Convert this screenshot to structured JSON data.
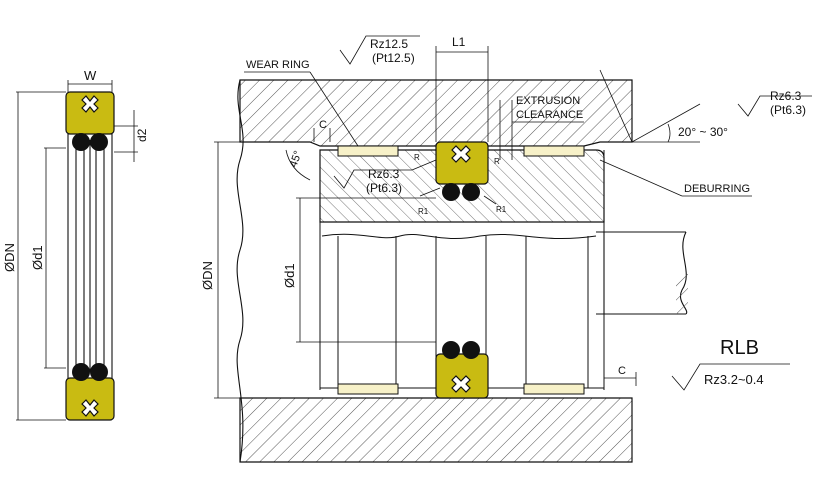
{
  "colors": {
    "seal": "#c9bb12",
    "wear_ring": "#f7f1c8",
    "line": "#111111",
    "hatch": "#555555"
  },
  "left_view": {
    "width_label": "W",
    "d2_label": "d2",
    "dn_label": "ØDN",
    "d1_label": "Ød1"
  },
  "right_view": {
    "wear_ring": "WEAR RING",
    "l1": "L1",
    "rz125": "Rz12.5",
    "pt125": "(Pt12.5)",
    "extrusion": "EXTRUSION",
    "clearance": "CLEARANCE",
    "rz63_top": "Rz6.3",
    "pt63_top": "(Pt6.3)",
    "angle_range": "20° ~ 30°",
    "deburring": "DEBURRING",
    "c_top": "C",
    "deg45": "45°",
    "rz63_mid": "Rz6.3",
    "pt63_mid": "(Pt6.3)",
    "r_small": "R",
    "r1": "R1",
    "dn_label": "ØDN",
    "d1_label": "Ød1",
    "c_bottom": "C",
    "title": "RLB",
    "rz_bottom": "Rz3.2~0.4"
  }
}
